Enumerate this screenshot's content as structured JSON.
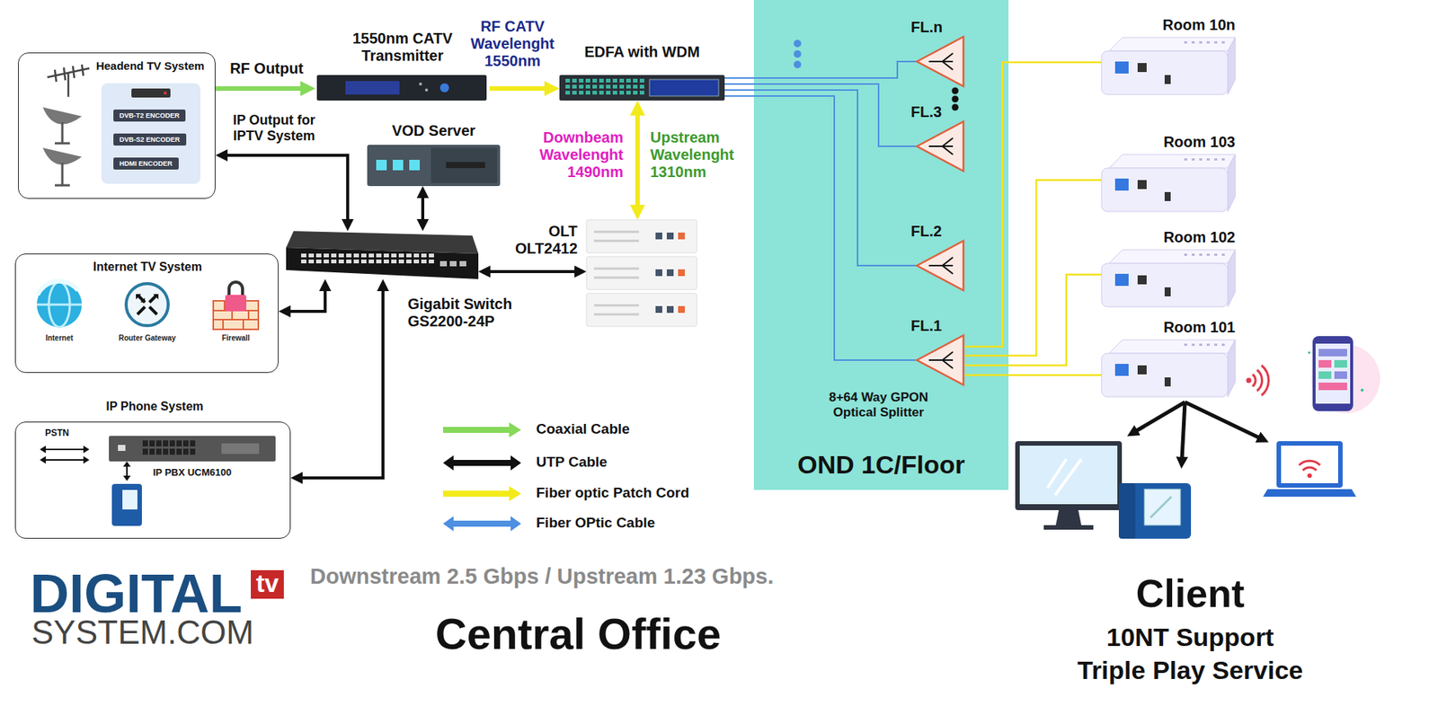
{
  "diagram": {
    "nodes": [
      {
        "text": [
          "Headend TV System"
        ]
      },
      {
        "text": [
          "DVB-T2 ENCODER"
        ],
        "in": 0
      },
      {
        "text": [
          "DVB-S2 ENCODER"
        ],
        "in": 0
      },
      {
        "text": [
          "HDMI ENCODER"
        ],
        "in": 0
      },
      {
        "text": [
          "1550nm CATV Transmitter"
        ]
      },
      {
        "text": [
          "EDFA with WDM"
        ]
      },
      {
        "text": [
          "VOD Server"
        ]
      },
      {
        "text": [
          "Gigabit Switch GS2200-24P"
        ]
      },
      {
        "text": [
          "OLT OLT2412"
        ]
      },
      {
        "text": [
          "Internet TV System"
        ]
      },
      {
        "text": [
          "Internet"
        ],
        "in": 9
      },
      {
        "text": [
          "Router Gateway"
        ],
        "in": 9
      },
      {
        "text": [
          "Firewall"
        ],
        "in": 9
      },
      {
        "text": [
          "IP Phone System"
        ]
      },
      {
        "text": [
          "IP PBX UCM6100"
        ],
        "in": 13
      },
      {
        "text": [
          "OND 1C/Floor"
        ]
      },
      {
        "text": [
          "FL.n"
        ],
        "in": 15
      },
      {
        "text": [
          "FL.3"
        ],
        "in": 15
      },
      {
        "text": [
          "FL.2"
        ],
        "in": 15
      },
      {
        "text": [
          "FL.1"
        ],
        "in": 15
      },
      {
        "text": [
          "Room 10n"
        ]
      },
      {
        "text": [
          "Room 103"
        ]
      },
      {
        "text": [
          "Room 102"
        ]
      },
      {
        "text": [
          "Room 101"
        ]
      }
    ],
    "edges": [
      {
        "from": 0,
        "to": 4,
        "arrow": "to",
        "label": "RF Output"
      },
      {
        "from": 4,
        "to": 5,
        "arrow": "to",
        "label": "RF CATV Wavelenght 1550nm"
      },
      {
        "from": 7,
        "to": 0,
        "arrow": "both",
        "label": "IP Output for IPTV System"
      },
      {
        "from": 6,
        "to": 7,
        "arrow": "both"
      },
      {
        "from": 9,
        "to": 7,
        "arrow": "both"
      },
      {
        "from": 13,
        "to": 7,
        "arrow": "both"
      },
      {
        "from": 7,
        "to": 8,
        "arrow": "both"
      },
      {
        "from": 5,
        "to": 8,
        "arrow": "both",
        "label": "Downbeam Wavelenght 1490nm"
      },
      {
        "from": 5,
        "to": 16,
        "arrow": "none"
      },
      {
        "from": 5,
        "to": 17,
        "arrow": "none"
      },
      {
        "from": 5,
        "to": 18,
        "arrow": "none"
      },
      {
        "from": 5,
        "to": 19,
        "arrow": "none"
      },
      {
        "from": 19,
        "to": 20,
        "arrow": "none"
      },
      {
        "from": 19,
        "to": 21,
        "arrow": "none"
      },
      {
        "from": 19,
        "to": 22,
        "arrow": "none"
      },
      {
        "from": 19,
        "to": 23,
        "arrow": "none"
      },
      {
        "from": 10,
        "to": 11,
        "arrow": "both"
      },
      {
        "from": 11,
        "to": 12,
        "arrow": "both"
      }
    ],
    "labels": [
      "Upstream Wavelenght 1310nm",
      "8+64 Way GPON Optical Splitter",
      "PSTN",
      "DIGITAL",
      "tv",
      "SYSTEM.COM",
      "Downstream 2.5 Gbps / Upstream 1.23 Gbps.",
      "Central Office",
      "Client",
      "10NT Support",
      "Triple Play Service"
    ],
    "legend": [
      {
        "text": "Coaxial Cable",
        "color": "#86d95a"
      },
      {
        "text": "UTP Cable",
        "color": "#111111"
      },
      {
        "text": "Fiber optic Patch Cord",
        "color": "#f2ea1c"
      },
      {
        "text": "Fiber OPtic Cable",
        "color": "#4d8fe0"
      }
    ]
  }
}
